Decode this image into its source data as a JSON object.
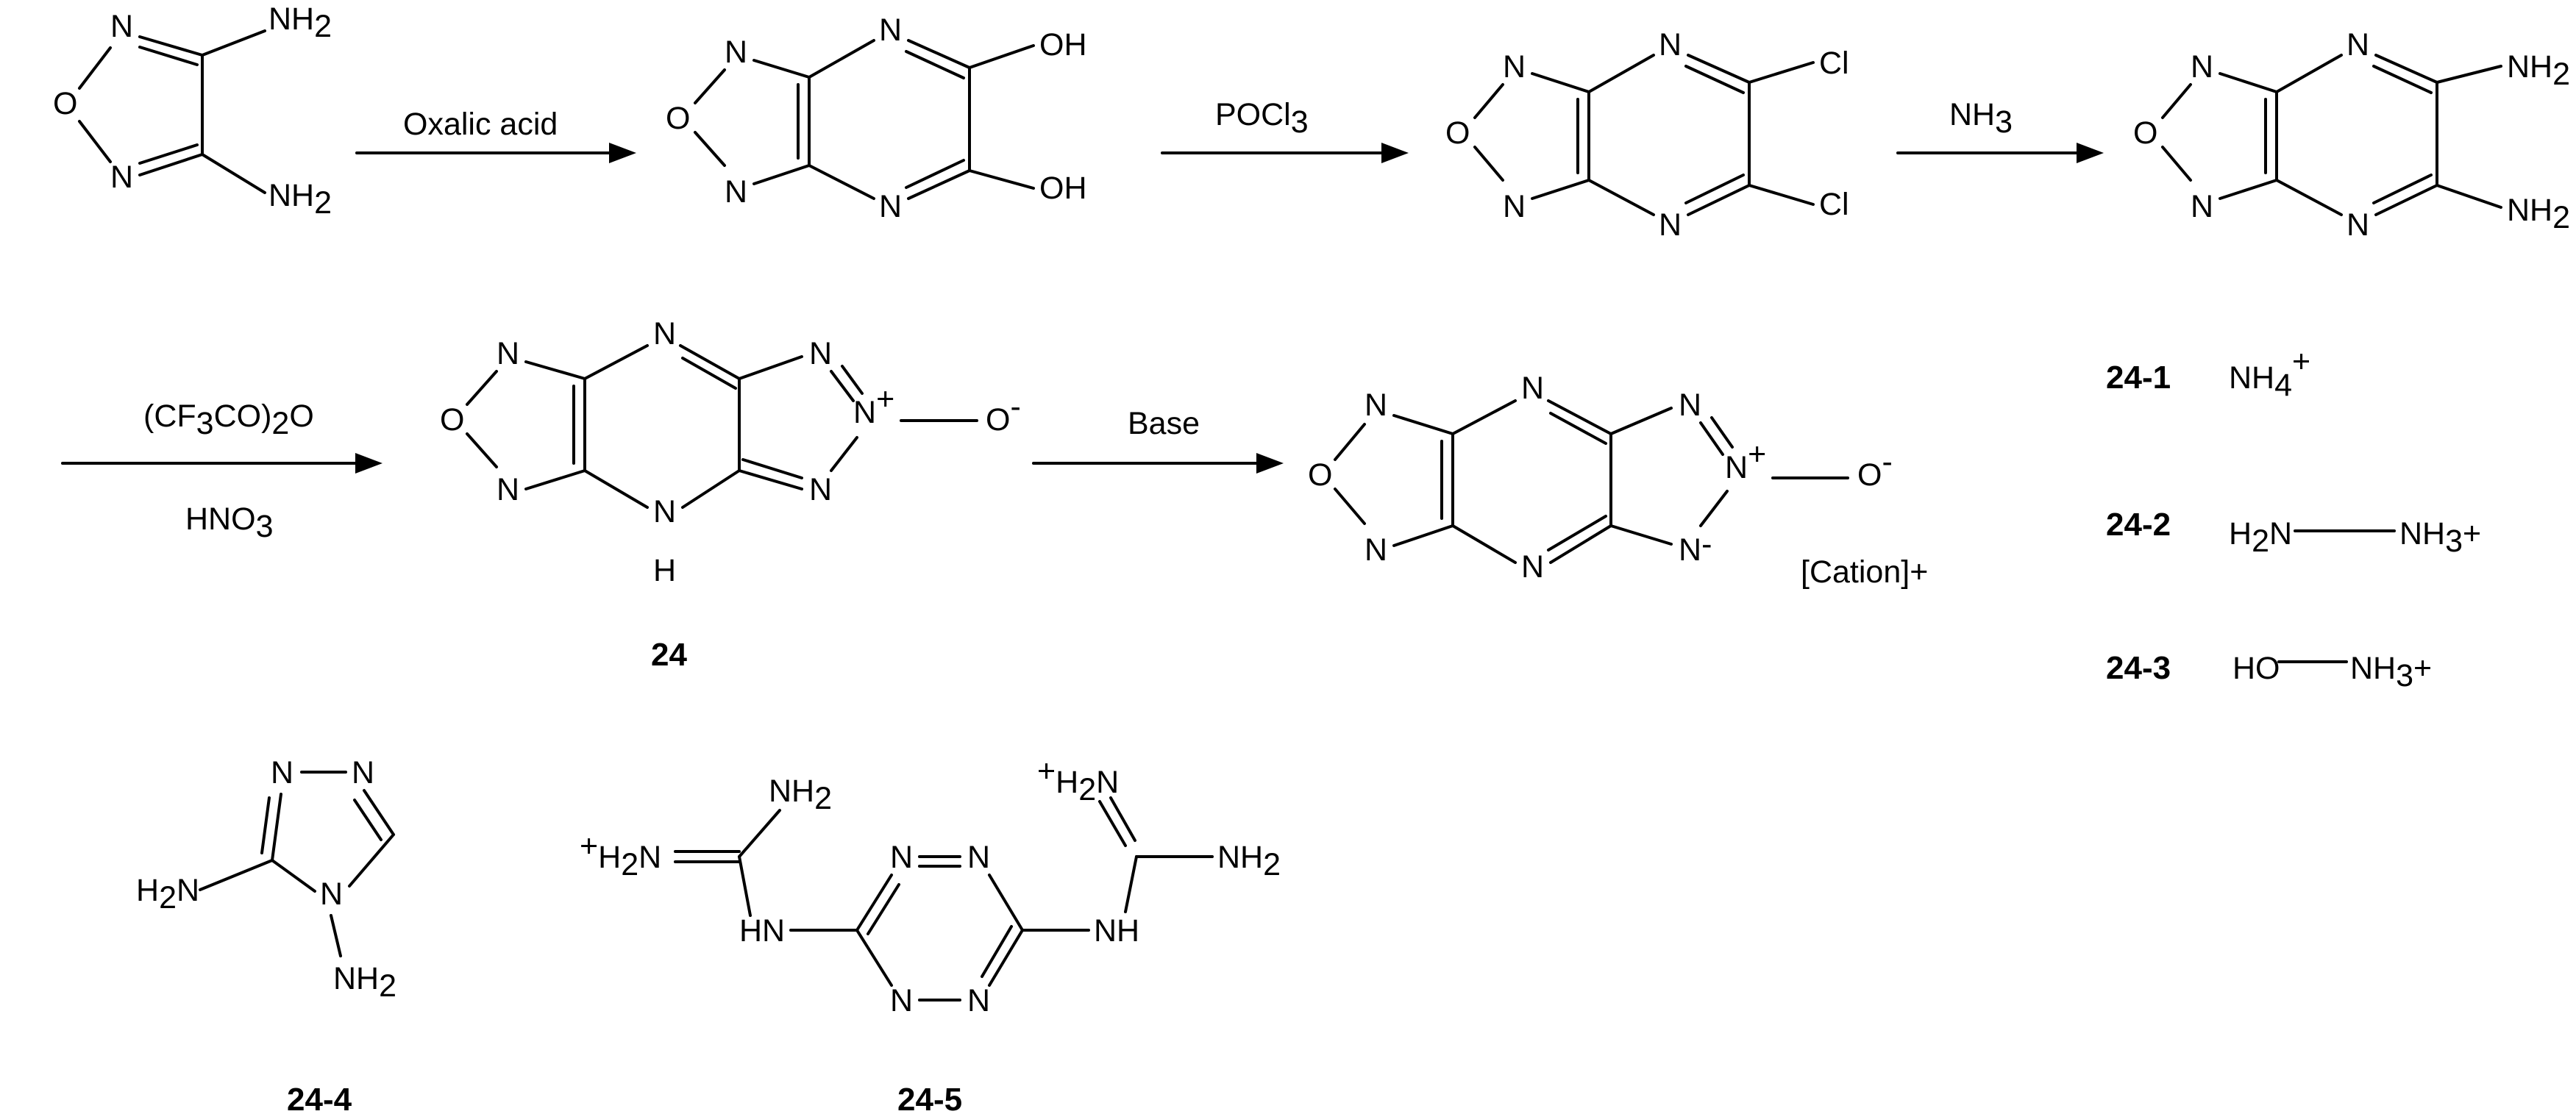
{
  "reagents": {
    "step1": "Oxalic acid",
    "step2": "POCl",
    "step2_sub": "3",
    "step3": "NH",
    "step3_sub": "3",
    "step4_top_a": "(CF",
    "step4_top_sub1": "3",
    "step4_top_b": "CO)",
    "step4_top_sub2": "2",
    "step4_top_c": "O",
    "step4_bottom": "HNO",
    "step4_bottom_sub": "3",
    "step5": "Base"
  },
  "atoms": {
    "N": "N",
    "O": "O",
    "H": "H",
    "NH": "NH",
    "HN": "HN",
    "NH2": "NH",
    "H2N": "H",
    "two": "2",
    "OH": "OH",
    "Cl": "Cl",
    "plus": "+",
    "minus": "-",
    "Ominus": "O",
    "HO": "HO",
    "NH3plus_a": "NH",
    "NH3plus_b": "3",
    "NH3plus_c": "+",
    "NH4": "NH",
    "NH4_sub": "4",
    "NH4_sup": "+"
  },
  "labels": {
    "cation": "[Cation]+",
    "cpd24": "24",
    "cpd24_1": "24-1",
    "cpd24_2": "24-2",
    "cpd24_3": "24-3",
    "cpd24_4": "24-4",
    "cpd24_5": "24-5"
  }
}
